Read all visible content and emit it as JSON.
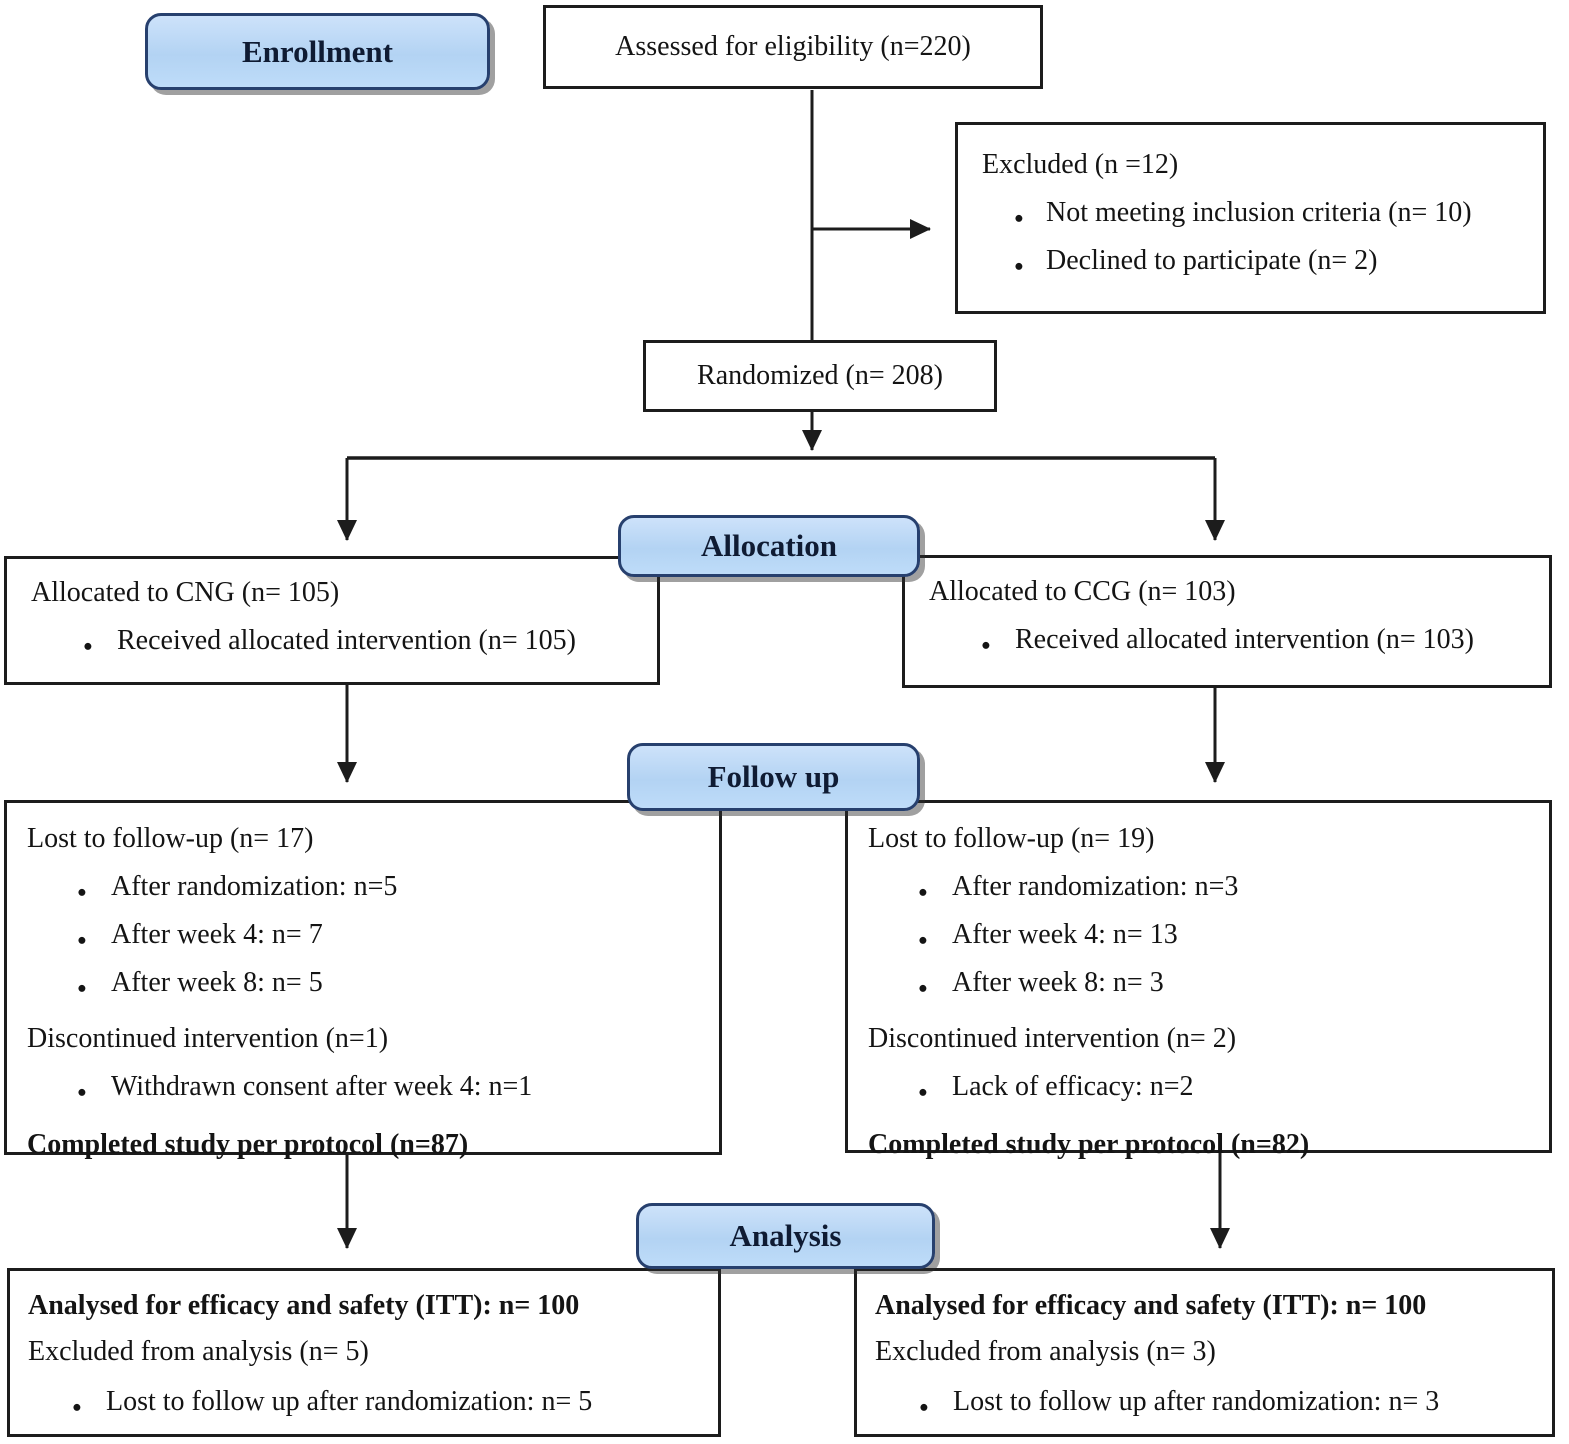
{
  "colors": {
    "stage_fill": "#b3d3f3",
    "stage_border": "#27406e",
    "line": "#1c1c1c",
    "box_border": "#1c1c1c",
    "text": "#141414"
  },
  "stages": {
    "enrollment": "Enrollment",
    "allocation": "Allocation",
    "follow_up": "Follow up",
    "analysis": "Analysis"
  },
  "boxes": {
    "assessed": {
      "text": "Assessed for eligibility (n=220)"
    },
    "excluded": {
      "title": "Excluded (n =12)",
      "bullets": [
        "Not meeting inclusion criteria (n= 10)",
        "Declined to participate (n= 2)"
      ]
    },
    "randomized": {
      "text": "Randomized (n= 208)"
    },
    "allocated_cng": {
      "title": "Allocated to CNG (n= 105)",
      "bullets": [
        "Received allocated intervention (n= 105)"
      ]
    },
    "allocated_ccg": {
      "title": "Allocated to CCG (n= 103)",
      "bullets": [
        "Received allocated intervention (n= 103)"
      ]
    },
    "followup_cng": {
      "lost_title": "Lost to follow-up (n= 17)",
      "lost_bullets": [
        "After randomization: n=5",
        "After week 4: n= 7",
        "After week 8: n= 5"
      ],
      "discontinued_title": "Discontinued intervention (n=1)",
      "discontinued_bullets": [
        "Withdrawn consent  after week 4: n=1"
      ],
      "completed": "Completed study per protocol (n=87)"
    },
    "followup_ccg": {
      "lost_title": "Lost to follow-up (n= 19)",
      "lost_bullets": [
        "After randomization: n=3",
        "After week 4: n= 13",
        "After week 8: n= 3"
      ],
      "discontinued_title": "Discontinued intervention (n= 2)",
      "discontinued_bullets": [
        "Lack of efficacy: n=2"
      ],
      "completed": "Completed study per protocol (n=82)"
    },
    "analysis_cng": {
      "analysed": "Analysed for efficacy and safety (ITT): n= 100",
      "excluded": "Excluded from analysis (n= 5)",
      "bullets": [
        "Lost to follow up after randomization: n= 5"
      ]
    },
    "analysis_ccg": {
      "analysed": "Analysed for efficacy and safety (ITT): n= 100",
      "excluded": "Excluded from analysis (n= 3)",
      "bullets": [
        "Lost to follow up after randomization: n= 3"
      ]
    }
  }
}
